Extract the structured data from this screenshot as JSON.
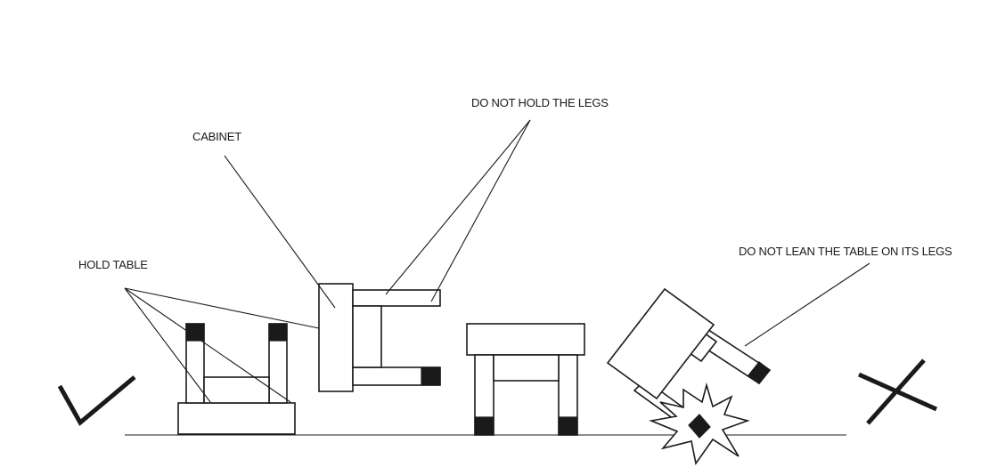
{
  "labels": {
    "cabinet": "CABINET",
    "do_not_hold_legs": "DO NOT HOLD THE LEGS",
    "hold_table": "HOLD TABLE",
    "do_not_lean": "DO NOT LEAN THE TABLE ON ITS LEGS"
  },
  "icons": {
    "correct": "check-mark-icon",
    "incorrect": "cross-mark-icon",
    "impact": "impact-burst-icon"
  },
  "colors": {
    "line": "#1a1a1a",
    "background": "#ffffff"
  }
}
